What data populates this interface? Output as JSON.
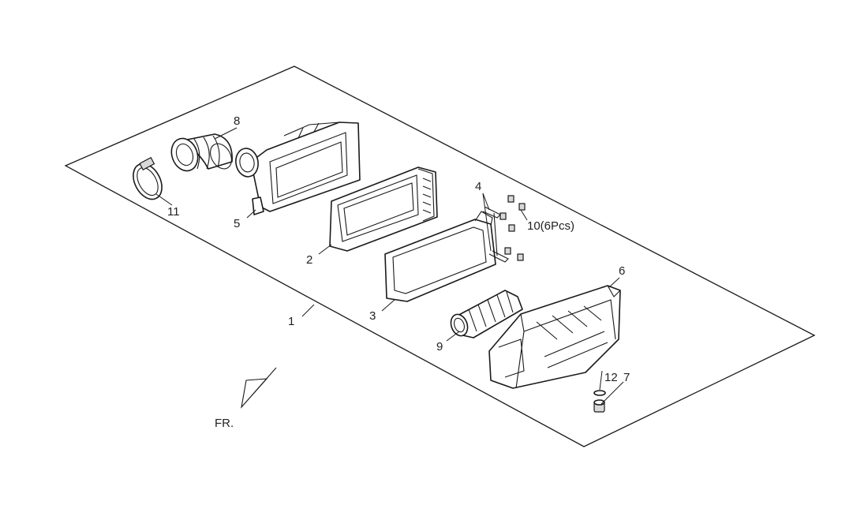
{
  "diagram": {
    "labels": {
      "l1": "1",
      "l2": "2",
      "l3": "3",
      "l4": "4",
      "l5": "5",
      "l6": "6",
      "l7": "7",
      "l8": "8",
      "l9": "9",
      "l10": "10(6Pcs)",
      "l11": "11",
      "l12": "12",
      "front": "FR."
    }
  }
}
